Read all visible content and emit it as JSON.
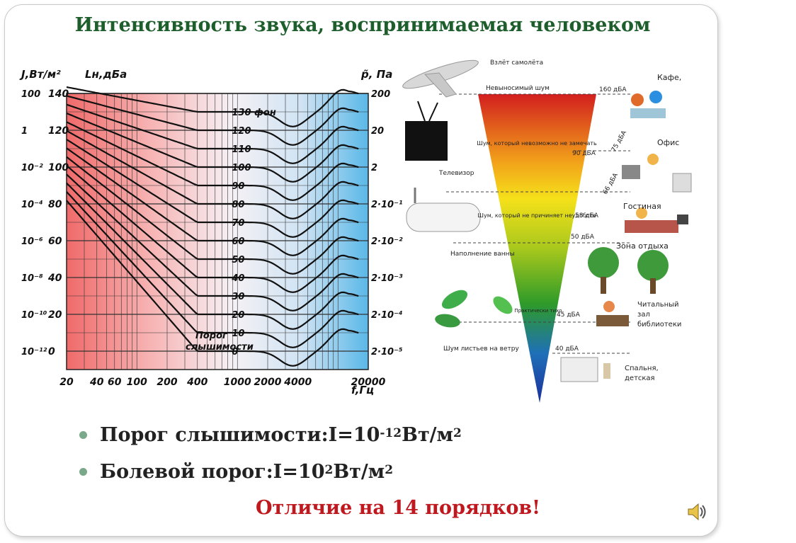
{
  "title": "Интенсивность звука, воспринимаемая человеком",
  "colors": {
    "title": "#1e5e2c",
    "conclusion": "#c0181f",
    "bullet": "#7aa88a"
  },
  "chart": {
    "axis_left_title": "J,Вт/м²",
    "axis_level_title": "Lн,дБа",
    "axis_right_title": "p̃, Па",
    "axis_x_title": "f,Гц",
    "left_ticks": [
      "100",
      "1",
      "10⁻²",
      "10⁻⁴",
      "10⁻⁶",
      "10⁻⁸",
      "10⁻¹⁰",
      "10⁻¹²"
    ],
    "level_ticks": [
      "140",
      "120",
      "100",
      "80",
      "60",
      "40",
      "20",
      "0"
    ],
    "right_ticks": [
      "200",
      "20",
      "2",
      "2·10⁻¹",
      "2·10⁻²",
      "2·10⁻³",
      "2·10⁻⁴",
      "2·10⁻⁵"
    ],
    "x_ticks": [
      "20",
      "40",
      "60",
      "100",
      "200",
      "400",
      "1000",
      "2000",
      "4000",
      "20000"
    ],
    "phon_labels": [
      "130 фон",
      "120",
      "110",
      "100",
      "90",
      "80",
      "70",
      "60",
      "50",
      "40",
      "30",
      "20",
      "10",
      "0"
    ],
    "threshold_label_1": "Порог",
    "threshold_label_2": "слышимости"
  },
  "funnel": {
    "labels": [
      {
        "text": "160 дБА",
        "icon": "airplane-icon",
        "caption": "Взлёт самолёта"
      },
      {
        "text": "Невыносимый шум"
      },
      {
        "text": "90 дБА",
        "caption": "Кафе,"
      },
      {
        "text": "75 дБА",
        "caption": "Офис"
      },
      {
        "text": "66 дБА"
      },
      {
        "text": "58 дБА",
        "caption": "Гостиная"
      },
      {
        "text": "50 дБА",
        "caption": "Зона отдыха"
      },
      {
        "text": "45 дБА",
        "caption": "Читальный зал библиотеки"
      },
      {
        "text": "40 дБА",
        "caption": "Спальня, детская"
      }
    ],
    "zone_top": "Шум, который невозможно не замечать",
    "zone_mid": "Шум, который не причиняет неудобств",
    "zone_low": "Практически тихо",
    "tv_caption": "Телевизор",
    "bath_caption": "Наполнение ванны",
    "leaves_caption": "Шум листьев на ветру"
  },
  "bullets": [
    {
      "label": "Порог слышимости: ",
      "var": "I",
      "eq": "=10",
      "exp": "-12",
      "unit": " Вт/м",
      "unit_exp": "2"
    },
    {
      "label": "Болевой порог: ",
      "var": "I",
      "eq": "=10",
      "exp": "2",
      "unit": " Вт/м",
      "unit_exp": "2"
    }
  ],
  "conclusion": "Отличие на 14 порядков!",
  "sound_icon": "speaker-icon"
}
